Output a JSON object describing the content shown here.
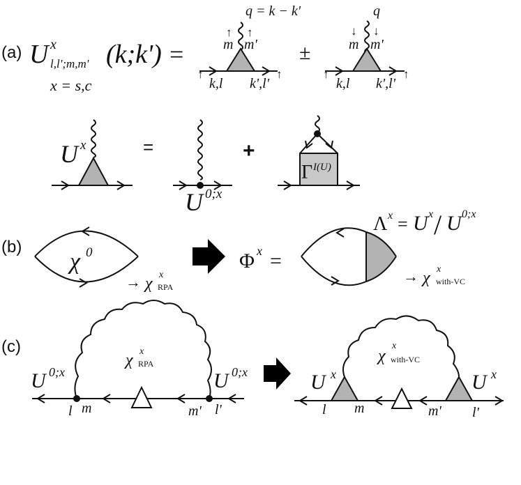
{
  "panel_labels": {
    "a": "(a)",
    "b": "(b)",
    "c": "(c)"
  },
  "colors": {
    "vertex_fill": "#b3b3b3",
    "stroke": "#111111"
  },
  "panel_a": {
    "lhs_symbol": "U",
    "lhs_superscript": "x",
    "lhs_subscript": "l,l';m,m'",
    "lhs_args": "(k;k')",
    "equals": "=",
    "x_def": "x = s,c",
    "q_def": "q = k − k'",
    "q_label": "q",
    "plus_minus": "±",
    "m_label": "m",
    "mprime_label": "m'",
    "kl_label": "k,l",
    "kplp_label": "k',l'",
    "up_arrow": "↑",
    "down_arrow": "↓",
    "eq2_lhs_symbol": "U",
    "eq2_lhs_superscript": "x",
    "eq2_equals": "=",
    "eq2_plus": "+",
    "bare_vertex_symbol": "U",
    "bare_vertex_superscript": "0;x",
    "gamma_symbol": "Γ",
    "gamma_superscript": "I(U)"
  },
  "panel_b": {
    "chi0_symbol": "χ",
    "chi0_superscript": "0",
    "rpa_arrow": "→",
    "rpa_symbol": "χ",
    "rpa_superscript": "x",
    "rpa_subscript": "RPA",
    "phi_symbol": "Φ",
    "phi_superscript": "x",
    "phi_equals": "=",
    "lambda_symbol": "Λ",
    "lambda_superscript": "x",
    "lambda_equals": "=",
    "lambda_num": "U",
    "lambda_num_sup": "x",
    "lambda_slash": "/",
    "lambda_den": "U",
    "lambda_den_sup": "0;x",
    "vc_arrow": "→",
    "vc_symbol": "χ",
    "vc_superscript": "x",
    "vc_subscript": "with-VC"
  },
  "panel_c": {
    "left_vertex_symbol": "U",
    "left_vertex_sup": "0;x",
    "right_vertex_symbol": "U",
    "right_vertex_sup": "0;x",
    "rpa_symbol": "χ",
    "rpa_sup": "x",
    "rpa_sub": "RPA",
    "l_label": "l",
    "m_label": "m",
    "mprime_label": "m'",
    "lprime_label": "l'",
    "vc_left_symbol": "U",
    "vc_left_sup": "x",
    "vc_right_symbol": "U",
    "vc_right_sup": "x",
    "vc_symbol": "χ",
    "vc_sup": "x",
    "vc_sub": "with-VC"
  }
}
